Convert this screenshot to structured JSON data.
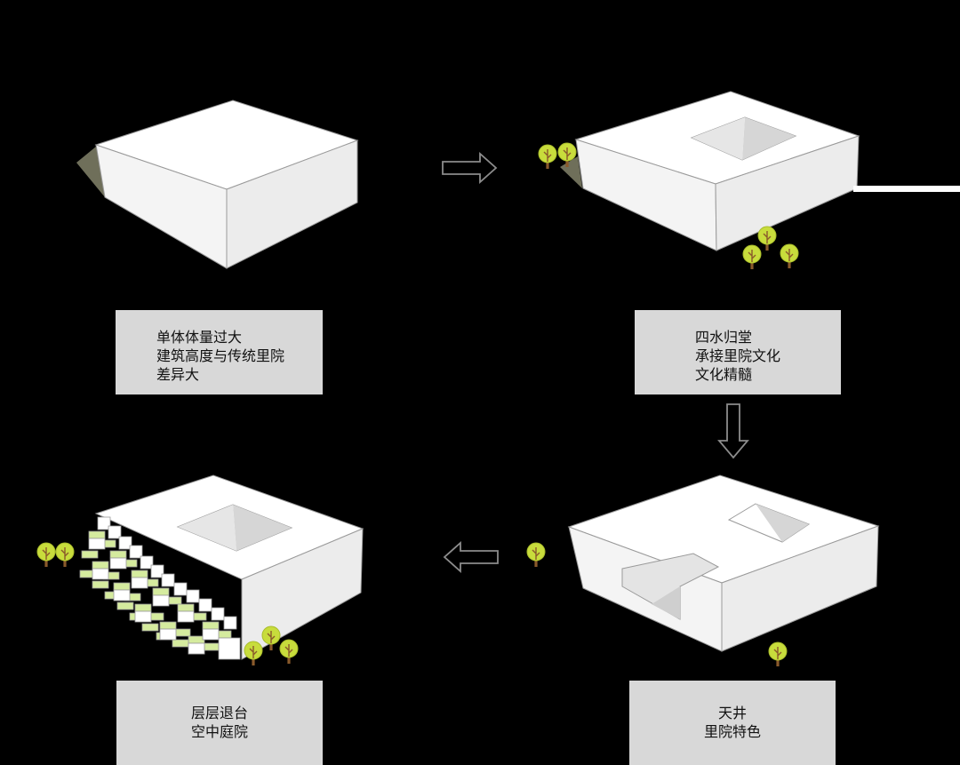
{
  "captions": {
    "step1": [
      "单体体量过大",
      "建筑高度与传统里院",
      "差异大"
    ],
    "step2": [
      "四水归堂",
      "承接里院文化",
      "文化精髓"
    ],
    "step3": [
      "层层退台",
      "空中庭院"
    ],
    "step4": [
      "天井",
      "里院特色"
    ]
  },
  "colors": {
    "background": "#000000",
    "caption_box": "#d8d8d8",
    "block_top": "#ffffff",
    "block_side_left": "#f4f4f4",
    "block_side_right": "#ececec",
    "courtyard_shade": "#d6d6d6",
    "tree_foliage": "#c8dc3c",
    "tree_trunk": "#8a5a2b",
    "terrace_green": "#d5eb9e",
    "arrow_stroke": "#8c8c8c"
  },
  "arrows": [
    "right-arrow",
    "down-arrow",
    "left-arrow"
  ]
}
